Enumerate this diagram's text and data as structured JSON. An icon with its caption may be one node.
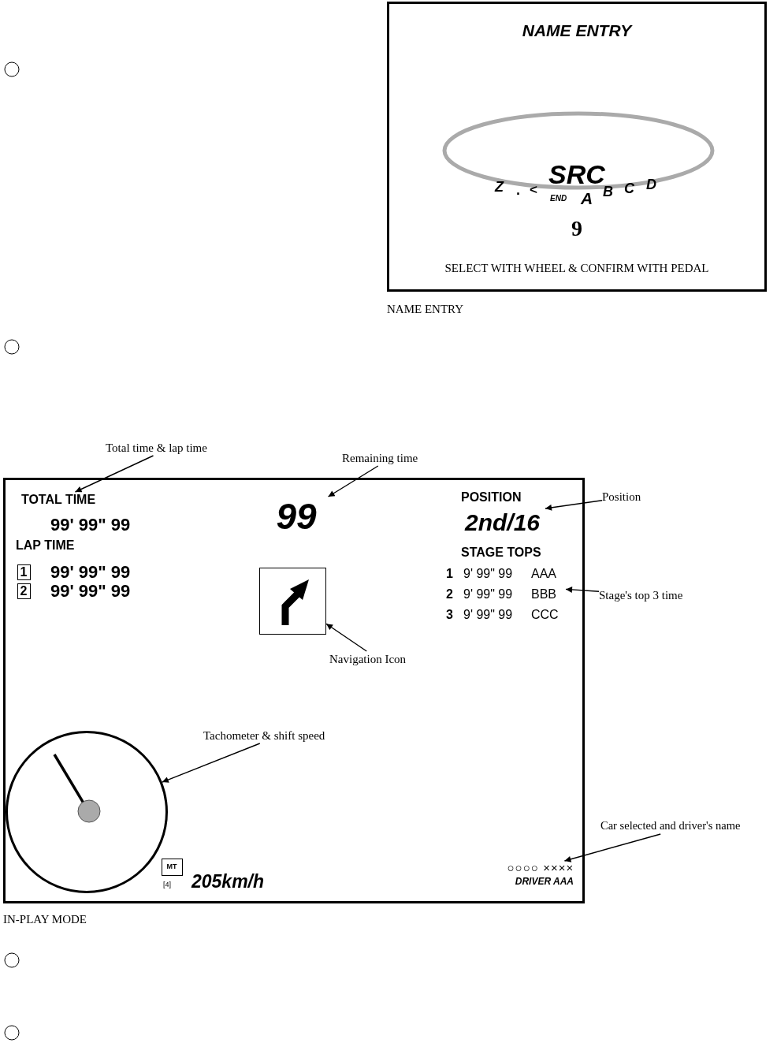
{
  "diagram": {
    "nodes": [
      {
        "text": [
          "NAME ENTRY",
          "SRC",
          "9",
          "SELECT WITH WHEEL & CONFIRM WITH PEDAL"
        ],
        "beside": [
          "NAME ENTRY"
        ]
      },
      {
        "text": [],
        "shape": "box",
        "beside": [
          "IN-PLAY MODE"
        ]
      },
      {
        "text": [
          "TOTAL TIME"
        ],
        "in": 1
      },
      {
        "text": [
          "1"
        ],
        "in": 1
      },
      {
        "text": [
          "2"
        ],
        "in": 1
      },
      {
        "text": [
          "99"
        ],
        "in": 1
      },
      {
        "text": [],
        "shape": "box",
        "in": 1
      },
      {
        "text": [
          "POSITION",
          "2nd/16"
        ],
        "in": 1
      },
      {
        "text": [
          "STAGE TOPS",
          "1",
          "9' 99\" 99",
          "AAA",
          "2",
          "9' 99\" 99",
          "BBB",
          "3",
          "9' 99\" 99",
          "CCC"
        ],
        "in": 1
      },
      {
        "text": [],
        "shape": "circle",
        "in": 1
      },
      {
        "text": [
          "MT"
        ],
        "in": 1
      },
      {
        "text": [
          "○○○○ ××××",
          "DRIVER AAA"
        ],
        "in": 1
      },
      {
        "text": [
          "Total time & lap time"
        ]
      },
      {
        "text": [
          "Remaining time"
        ]
      },
      {
        "text": [
          "Position"
        ]
      },
      {
        "text": [
          "Stage's top 3 time"
        ]
      },
      {
        "text": [
          "Navigation Icon"
        ],
        "in": 1
      },
      {
        "text": [
          "Tachometer & shift speed"
        ],
        "in": 1
      },
      {
        "text": [
          "Car selected and driver's name"
        ]
      }
    ],
    "edges": [
      {
        "from": 12,
        "to": 2,
        "arrow": "to"
      },
      {
        "from": 13,
        "to": 5,
        "arrow": "to"
      },
      {
        "from": 14,
        "to": 7,
        "arrow": "to"
      },
      {
        "from": 15,
        "to": 8,
        "arrow": "to"
      },
      {
        "from": 16,
        "to": 6,
        "arrow": "to"
      },
      {
        "from": 17,
        "to": 9,
        "arrow": "to"
      },
      {
        "from": 18,
        "to": 11,
        "arrow": "to"
      }
    ],
    "labels": [
      "Z",
      ".",
      "<",
      "END",
      "A",
      "B",
      "C",
      "D",
      "99' 99\" 99",
      "LAP TIME",
      "99' 99\" 99",
      "99' 99\" 99",
      "[4]",
      "205km/h"
    ]
  }
}
